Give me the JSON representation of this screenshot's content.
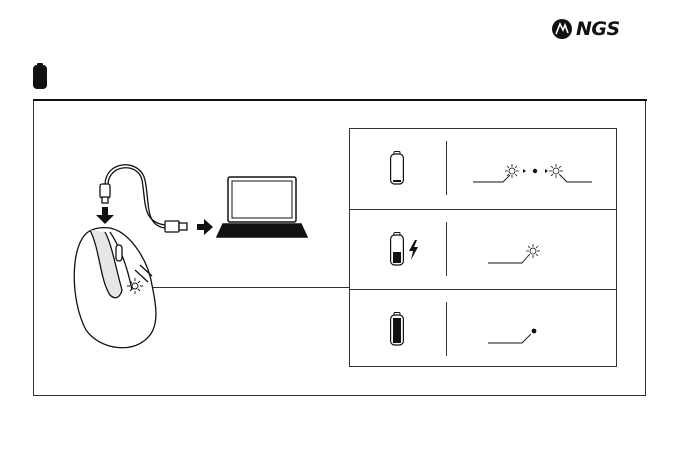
{
  "brand": {
    "name": "NGS"
  },
  "icons": {
    "logo": "ngs-logo",
    "section": "battery-icon",
    "mouse": "vertical-mouse",
    "cable": "usb-c-cable",
    "laptop": "laptop-icon",
    "charging": "lightning-icon",
    "blink": "led-blink-icon",
    "solid": "led-solid-icon"
  },
  "rows": [
    {
      "id": "low",
      "battery_level": 0.05,
      "led": "blinking"
    },
    {
      "id": "charging",
      "battery_level": 0.35,
      "led": "on"
    },
    {
      "id": "full",
      "battery_level": 1.0,
      "led": "solid"
    }
  ]
}
